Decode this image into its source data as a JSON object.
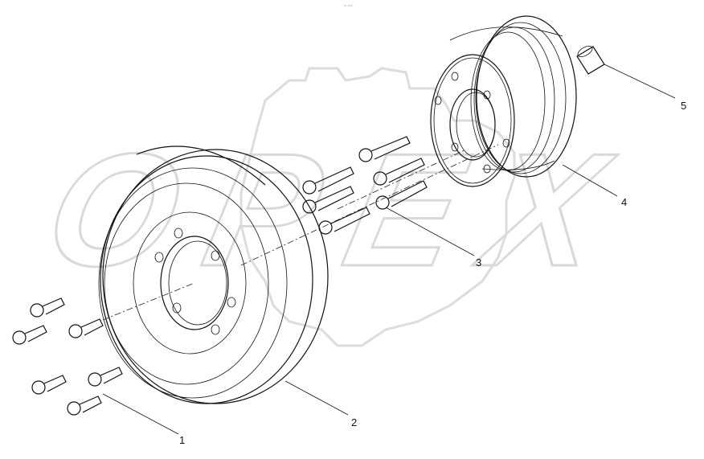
{
  "watermark": {
    "text": "OPEX"
  },
  "top_mark": {
    "text": "~ ~~"
  },
  "callouts": [
    {
      "id": "1",
      "label": "1"
    },
    {
      "id": "2",
      "label": "2"
    },
    {
      "id": "3",
      "label": "3"
    },
    {
      "id": "4",
      "label": "4"
    },
    {
      "id": "5",
      "label": "5"
    }
  ]
}
